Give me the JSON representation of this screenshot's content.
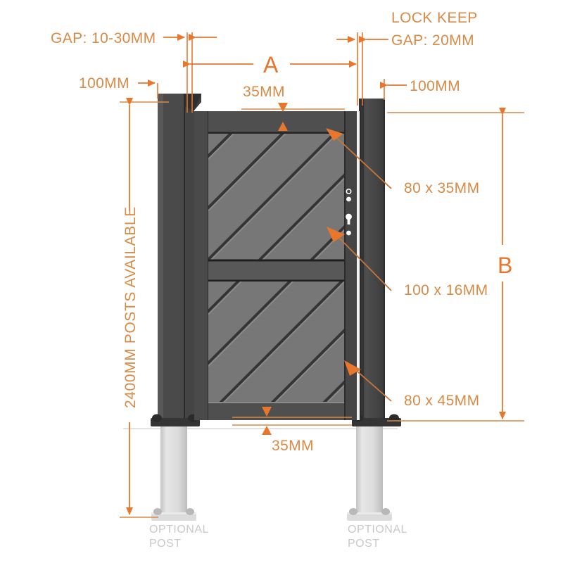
{
  "drawing": {
    "title": "Gate Technical Drawing",
    "accent_color": "#E8762C",
    "label_color": "#D98A45",
    "optional_color": "#c9c9c9",
    "frame_dark": "#3f3f3f",
    "frame_mid": "#4a4a4a",
    "slat_fill": "#777777",
    "post_light": "#d8d8d8"
  },
  "dimensions": {
    "gap_left": "GAP: 10-30MM",
    "lock_keep_line1": "LOCK KEEP",
    "lock_keep_line2": "GAP: 20MM",
    "post_left_width": "100MM",
    "post_right_width": "100MM",
    "width_a": "A",
    "height_b": "B",
    "top_rail": "35MM",
    "bottom_rail": "35MM",
    "posts_available": "2400MM POSTS AVAILABLE"
  },
  "callouts": [
    {
      "id": "top-rail-section",
      "label": "80 x 35MM"
    },
    {
      "id": "stile-section",
      "label": "100 x 16MM"
    },
    {
      "id": "bottom-rail-section",
      "label": "80 x 45MM"
    }
  ],
  "optional_posts": [
    {
      "id": "left",
      "line1": "OPTIONAL",
      "line2": "POST"
    },
    {
      "id": "right",
      "line1": "OPTIONAL",
      "line2": "POST"
    }
  ]
}
